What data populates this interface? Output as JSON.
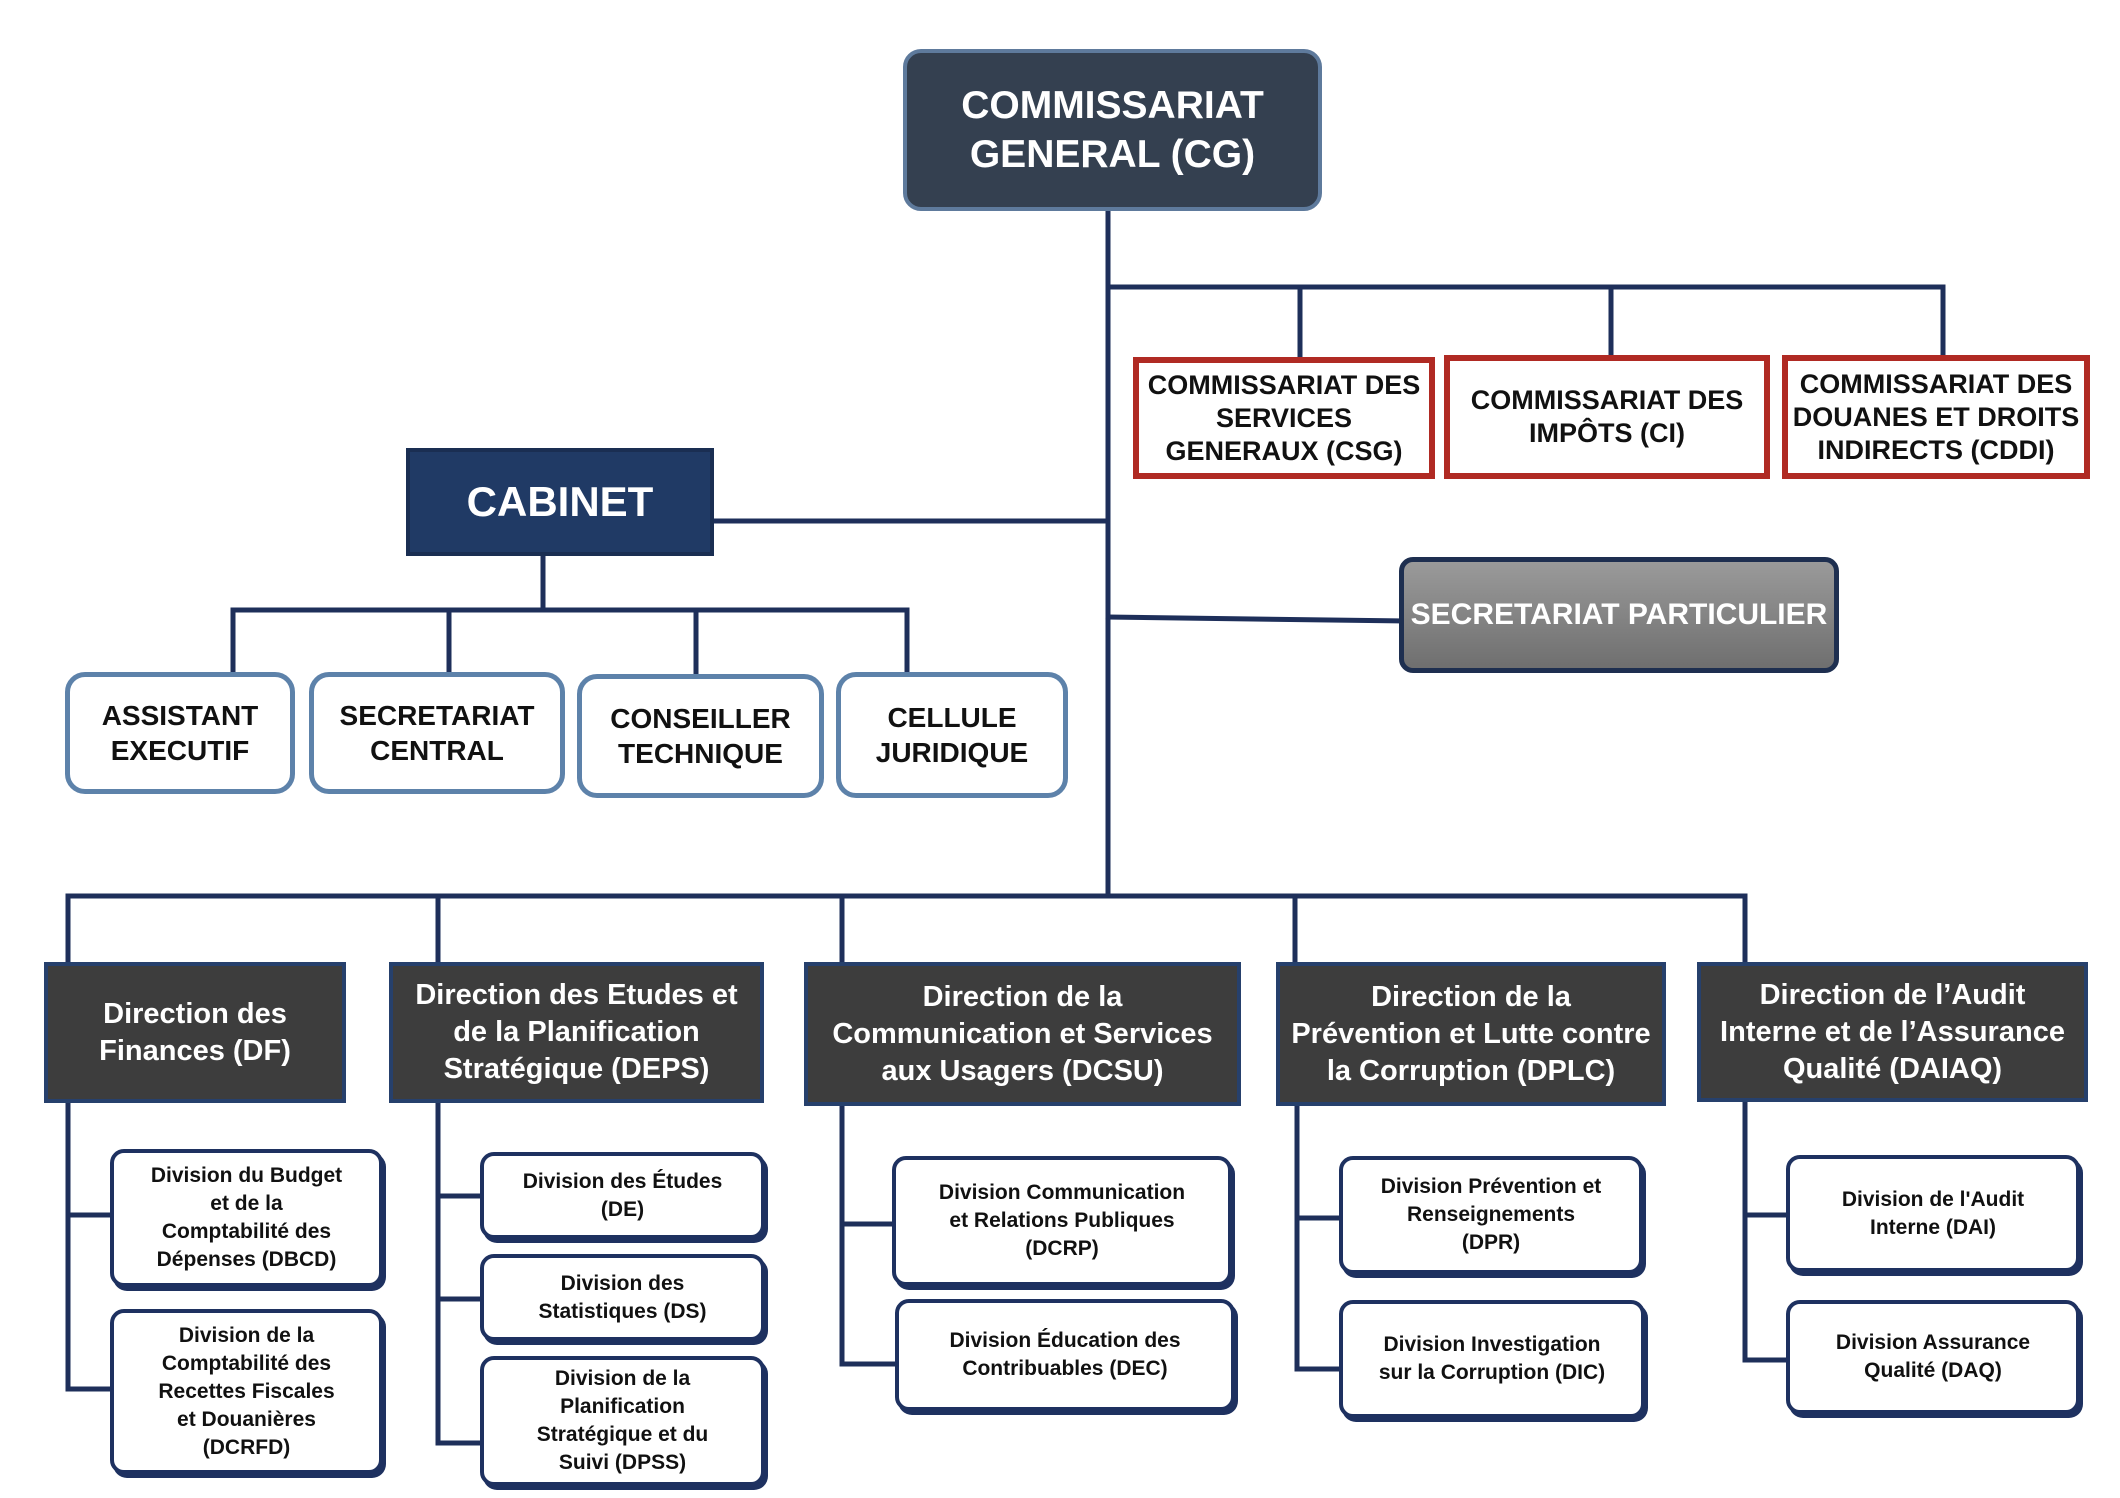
{
  "root": {
    "label_1": "COMMISSARIAT",
    "label_2": "GENERAL (CG)"
  },
  "commissariats": [
    {
      "lines": [
        "COMMISSARIAT DES",
        "SERVICES",
        "GENERAUX (CSG)"
      ]
    },
    {
      "lines": [
        "COMMISSARIAT DES",
        "IMPÔTS (CI)"
      ]
    },
    {
      "lines": [
        "COMMISSARIAT DES",
        "DOUANES ET DROITS",
        "INDIRECTS (CDDI)"
      ]
    }
  ],
  "cabinet": {
    "label": "CABINET"
  },
  "secretariat_particulier": {
    "label": "SECRETARIAT PARTICULIER"
  },
  "cabinet_units": [
    {
      "lines": [
        "ASSISTANT",
        "EXECUTIF"
      ]
    },
    {
      "lines": [
        "SECRETARIAT",
        "CENTRAL"
      ]
    },
    {
      "lines": [
        "CONSEILLER",
        "TECHNIQUE"
      ]
    },
    {
      "lines": [
        "CELLULE",
        "JURIDIQUE"
      ]
    }
  ],
  "directions": [
    {
      "lines": [
        "Direction des",
        "Finances (DF)"
      ],
      "divisions": [
        {
          "lines": [
            "Division du Budget",
            "et de la",
            "Comptabilité des",
            "Dépenses (DBCD)"
          ]
        },
        {
          "lines": [
            "Division de la",
            "Comptabilité des",
            "Recettes Fiscales",
            "et Douanières",
            "(DCRFD)"
          ]
        }
      ]
    },
    {
      "lines": [
        "Direction des Etudes et",
        "de la Planification",
        "Stratégique (DEPS)"
      ],
      "divisions": [
        {
          "lines": [
            "Division des Études",
            "(DE)"
          ]
        },
        {
          "lines": [
            "Division des",
            "Statistiques (DS)"
          ]
        },
        {
          "lines": [
            "Division de la",
            "Planification",
            "Stratégique et du",
            "Suivi (DPSS)"
          ]
        }
      ]
    },
    {
      "lines": [
        "Direction de la",
        "Communication et Services",
        "aux Usagers (DCSU)"
      ],
      "divisions": [
        {
          "lines": [
            "Division Communication",
            "et Relations Publiques",
            "(DCRP)"
          ]
        },
        {
          "lines": [
            "Division Éducation des",
            "Contribuables (DEC)"
          ]
        }
      ]
    },
    {
      "lines": [
        "Direction de la",
        "Prévention et Lutte contre",
        "la Corruption (DPLC)"
      ],
      "divisions": [
        {
          "lines": [
            "Division Prévention et",
            "Renseignements",
            "(DPR)"
          ]
        },
        {
          "lines": [
            "Division Investigation",
            "sur la Corruption (DIC)"
          ]
        }
      ]
    },
    {
      "lines": [
        "Direction de l’Audit",
        "Interne et de l’Assurance",
        "Qualité (DAIAQ)"
      ],
      "divisions": [
        {
          "lines": [
            "Division de l'Audit",
            "Interne (DAI)"
          ]
        },
        {
          "lines": [
            "Division Assurance",
            "Qualité (DAQ)"
          ]
        }
      ]
    }
  ]
}
